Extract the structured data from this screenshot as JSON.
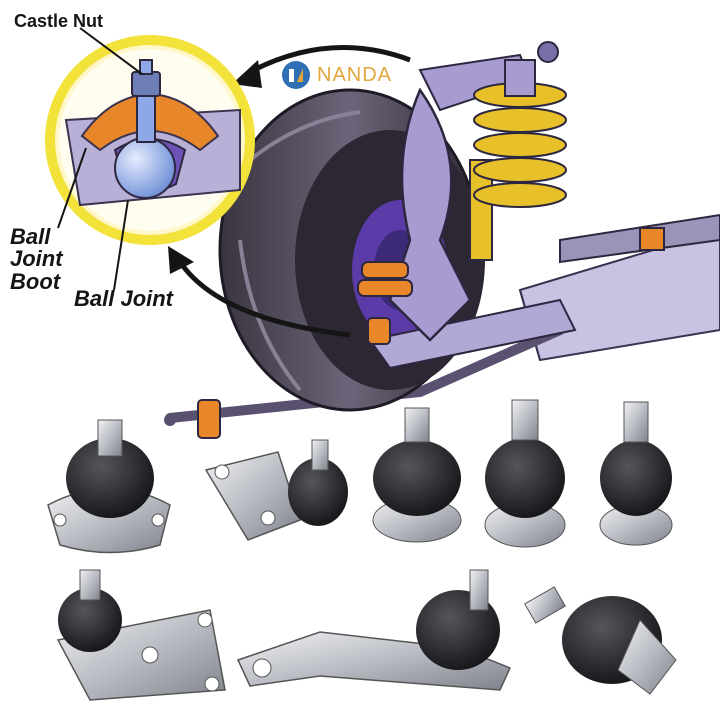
{
  "brand": {
    "name": "NANDA",
    "logo_color": "#2f6fb3",
    "text_color": "#e3a63a"
  },
  "callout": {
    "castle_nut": "Castle Nut",
    "ball_joint_boot": "Ball Joint Boot",
    "ball_joint": "Ball Joint"
  },
  "colors": {
    "callout_ring": "#f2e23a",
    "suspension_purple": "#8e7cc0",
    "spring_yellow": "#e8c02a",
    "boot_orange": "#e8862a",
    "tire_dark": "#4a4350",
    "part_black": "#1f1f22",
    "part_silver": "#c9ccd2"
  },
  "products": [
    {
      "name": "ball-joint-4-bolt-flange"
    },
    {
      "name": "ball-joint-2-bolt-flange"
    },
    {
      "name": "ball-joint-press-in-1"
    },
    {
      "name": "ball-joint-press-in-2"
    },
    {
      "name": "ball-joint-press-in-3"
    },
    {
      "name": "ball-joint-3-bolt-arm"
    },
    {
      "name": "ball-joint-long-arm"
    },
    {
      "name": "ball-joint-angled"
    }
  ]
}
